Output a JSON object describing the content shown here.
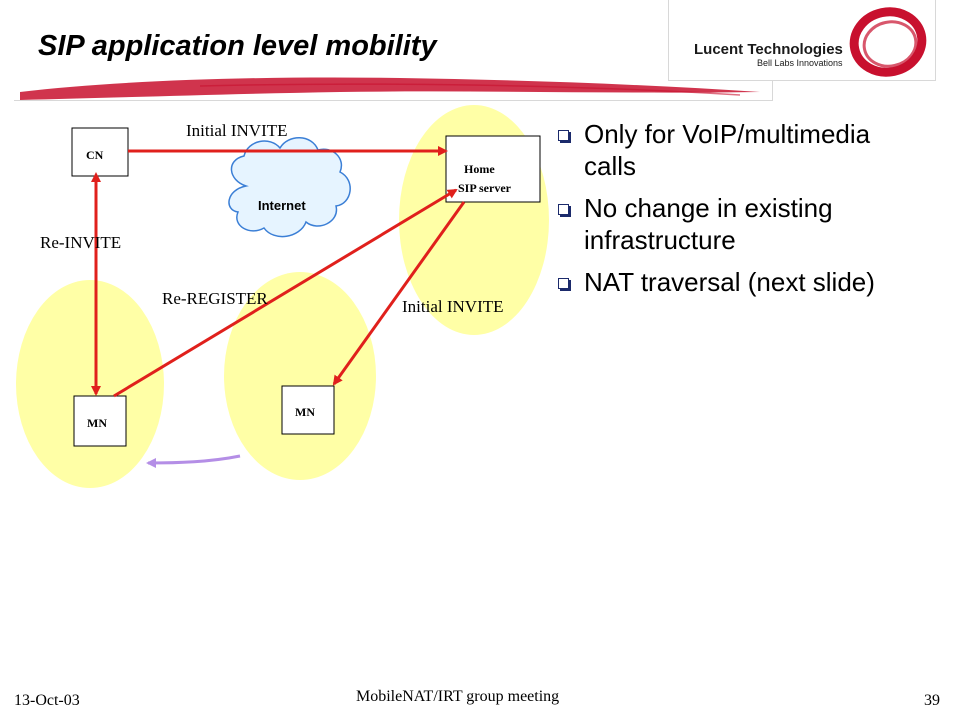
{
  "slide": {
    "title": "SIP application level mobility",
    "logo": {
      "line1": "Lucent Technologies",
      "line2": "Bell Labs Innovations"
    }
  },
  "diagram": {
    "nodes": {
      "cn": "CN",
      "home_sip_line1": "Home",
      "home_sip_line2": "SIP server",
      "mn_left": "MN",
      "mn_right": "MN",
      "internet": "Internet"
    },
    "labels": {
      "initial_invite_top": "Initial INVITE",
      "re_invite": "Re-INVITE",
      "re_register": "Re-REGISTER",
      "initial_invite_right": "Initial INVITE"
    },
    "colors": {
      "cell": "#ffffa6",
      "arrow": "#e0201c",
      "move_arrow": "#b48ee6",
      "cloud_fill": "#e6f4ff",
      "cloud_stroke": "#3b7fd6"
    }
  },
  "bullets": [
    "Only for VoIP/multimedia calls",
    "No change in existing infrastructure",
    "NAT traversal (next slide)"
  ],
  "footer": {
    "date": "13-Oct-03",
    "center": "MobileNAT/IRT group meeting",
    "page": "39"
  }
}
